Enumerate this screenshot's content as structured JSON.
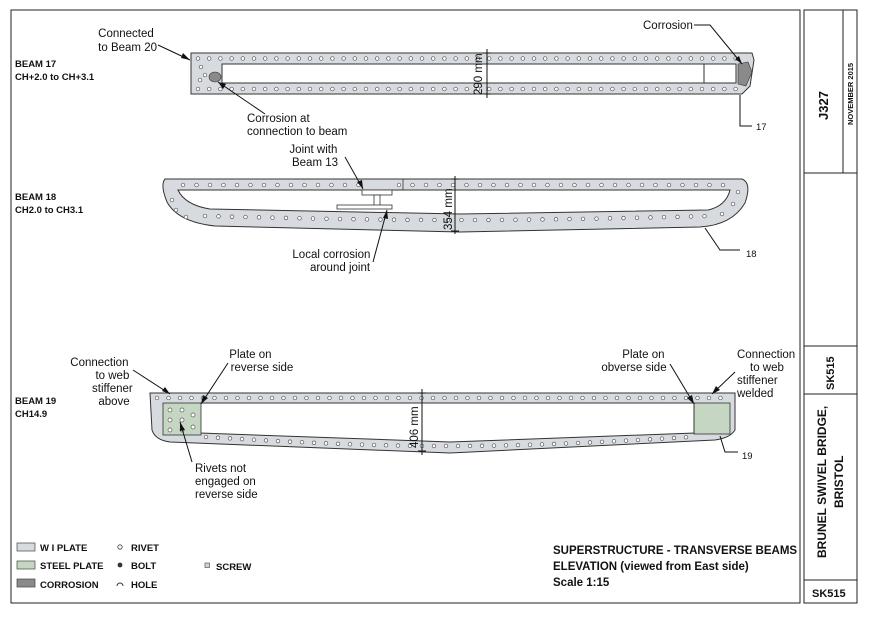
{
  "beams": {
    "b17": {
      "name": "BEAM 17",
      "chainage": "CH+2.0 to CH+3.1",
      "depth": "290 mm",
      "number": "17",
      "note_connected": [
        "Connected",
        "to Beam 20"
      ],
      "note_corrosion": "Corrosion",
      "note_corrosion_conn": [
        "Corrosion at",
        "connection to beam"
      ]
    },
    "b18": {
      "name": "BEAM 18",
      "chainage": "CH2.0 to CH3.1",
      "depth": "354 mm",
      "number": "18",
      "note_joint": [
        "Joint with",
        "Beam 13"
      ],
      "note_local": [
        "Local corrosion",
        "around joint"
      ]
    },
    "b19": {
      "name": "BEAM 19",
      "chainage": "CH14.9",
      "depth": "406 mm",
      "number": "19",
      "note_conn_left": [
        "Connection",
        "to web",
        "stiffener",
        "above"
      ],
      "note_plate_rev": [
        "Plate on",
        "reverse side"
      ],
      "note_plate_obv": [
        "Plate on",
        "obverse side"
      ],
      "note_conn_right": [
        "Connection",
        "to web",
        "stiffener",
        "welded"
      ],
      "note_rivets": [
        "Rivets not",
        "engaged on",
        "reverse side"
      ]
    }
  },
  "legend": {
    "wi_plate": "W I PLATE",
    "steel_plate": "STEEL PLATE",
    "corrosion": "CORROSION",
    "rivet": "RIVET",
    "bolt": "BOLT",
    "hole": "HOLE",
    "screw": "SCREW"
  },
  "title": {
    "line1": "SUPERSTRUCTURE - TRANSVERSE BEAMS",
    "line2": "ELEVATION (viewed from East side)",
    "scale": "Scale 1:15"
  },
  "title_block": {
    "job": "J327",
    "date": "NOVEMBER 2015",
    "sheet": "SK515",
    "project_line1": "BRUNEL SWIVEL BRIDGE,",
    "project_line2": "BRISTOL",
    "sheet_bottom": "SK515"
  },
  "colors": {
    "wi_plate": "#d7dbe0",
    "steel_plate": "#c5d6c3",
    "corrosion": "#8a8a8a"
  }
}
